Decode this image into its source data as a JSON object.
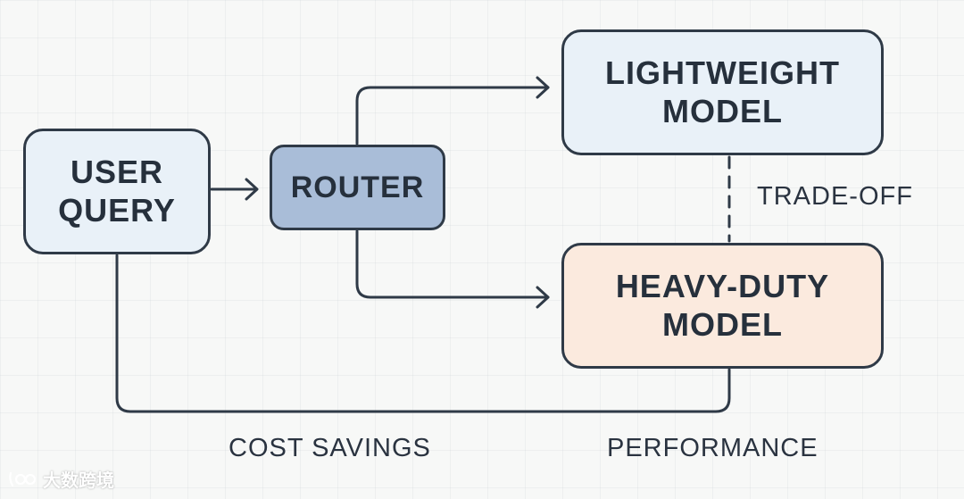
{
  "nodes": {
    "user_query": [
      "USER",
      "QUERY"
    ],
    "router": [
      "ROUTER"
    ],
    "lightweight_model": [
      "LIGHTWEIGHT",
      "MODEL"
    ],
    "heavy_duty_model": [
      "HEAVY-DUTY",
      "MODEL"
    ]
  },
  "labels": {
    "trade_off": "TRADE-OFF",
    "cost_savings": "COST SAVINGS",
    "performance": "PERFORMANCE"
  },
  "watermark": {
    "text": "大数跨境"
  },
  "colors": {
    "stroke": "#2f3a47",
    "node_light_blue": "#e9f1f8",
    "router_blue": "#a9bdd8",
    "heavy_peach": "#fbeade",
    "background": "#f7f8f7"
  }
}
